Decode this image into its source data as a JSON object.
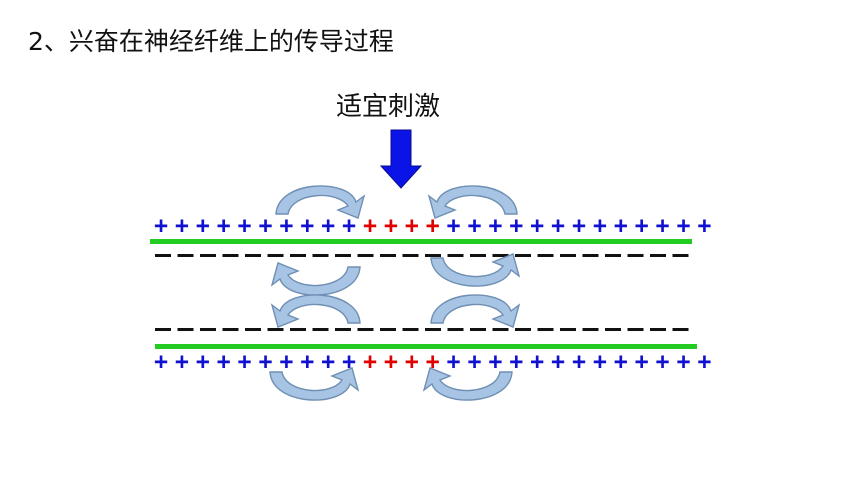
{
  "title": "2、兴奋在神经纤维上的传导过程",
  "stimulus_label": "适宜刺激",
  "colors": {
    "resting_charge": "#1010d0",
    "excited_charge": "#e00000",
    "membrane": "#22cc22",
    "negative_charge": "#111111",
    "stimulus_arrow": "#0a14e6",
    "local_current": "#a8c4e4",
    "local_current_stroke": "#6f8fb3"
  },
  "top_fiber": {
    "outer_charges": [
      "+",
      "+",
      "+",
      "+",
      "+",
      "+",
      "+",
      "+",
      "+",
      "+",
      "+",
      "+",
      "+",
      "+",
      "+",
      "+",
      "+",
      "+",
      "+",
      "+",
      "+",
      "+",
      "+",
      "+",
      "+",
      "+",
      "+"
    ],
    "outer_charge_states": [
      "rest",
      "rest",
      "rest",
      "rest",
      "rest",
      "rest",
      "rest",
      "rest",
      "rest",
      "rest",
      "excited",
      "excited",
      "excited",
      "excited",
      "rest",
      "rest",
      "rest",
      "rest",
      "rest",
      "rest",
      "rest",
      "rest",
      "rest",
      "rest",
      "rest",
      "rest",
      "rest"
    ],
    "inner_charge": "−"
  },
  "bottom_fiber": {
    "outer_charges": [
      "+",
      "+",
      "+",
      "+",
      "+",
      "+",
      "+",
      "+",
      "+",
      "+",
      "+",
      "+",
      "+",
      "+",
      "+",
      "+",
      "+",
      "+",
      "+",
      "+",
      "+",
      "+",
      "+",
      "+",
      "+",
      "+",
      "+"
    ],
    "outer_charge_states": [
      "rest",
      "rest",
      "rest",
      "rest",
      "rest",
      "rest",
      "rest",
      "rest",
      "rest",
      "rest",
      "excited",
      "excited",
      "excited",
      "excited",
      "rest",
      "rest",
      "rest",
      "rest",
      "rest",
      "rest",
      "rest",
      "rest",
      "rest",
      "rest",
      "rest",
      "rest",
      "rest"
    ],
    "inner_charge": "−"
  }
}
